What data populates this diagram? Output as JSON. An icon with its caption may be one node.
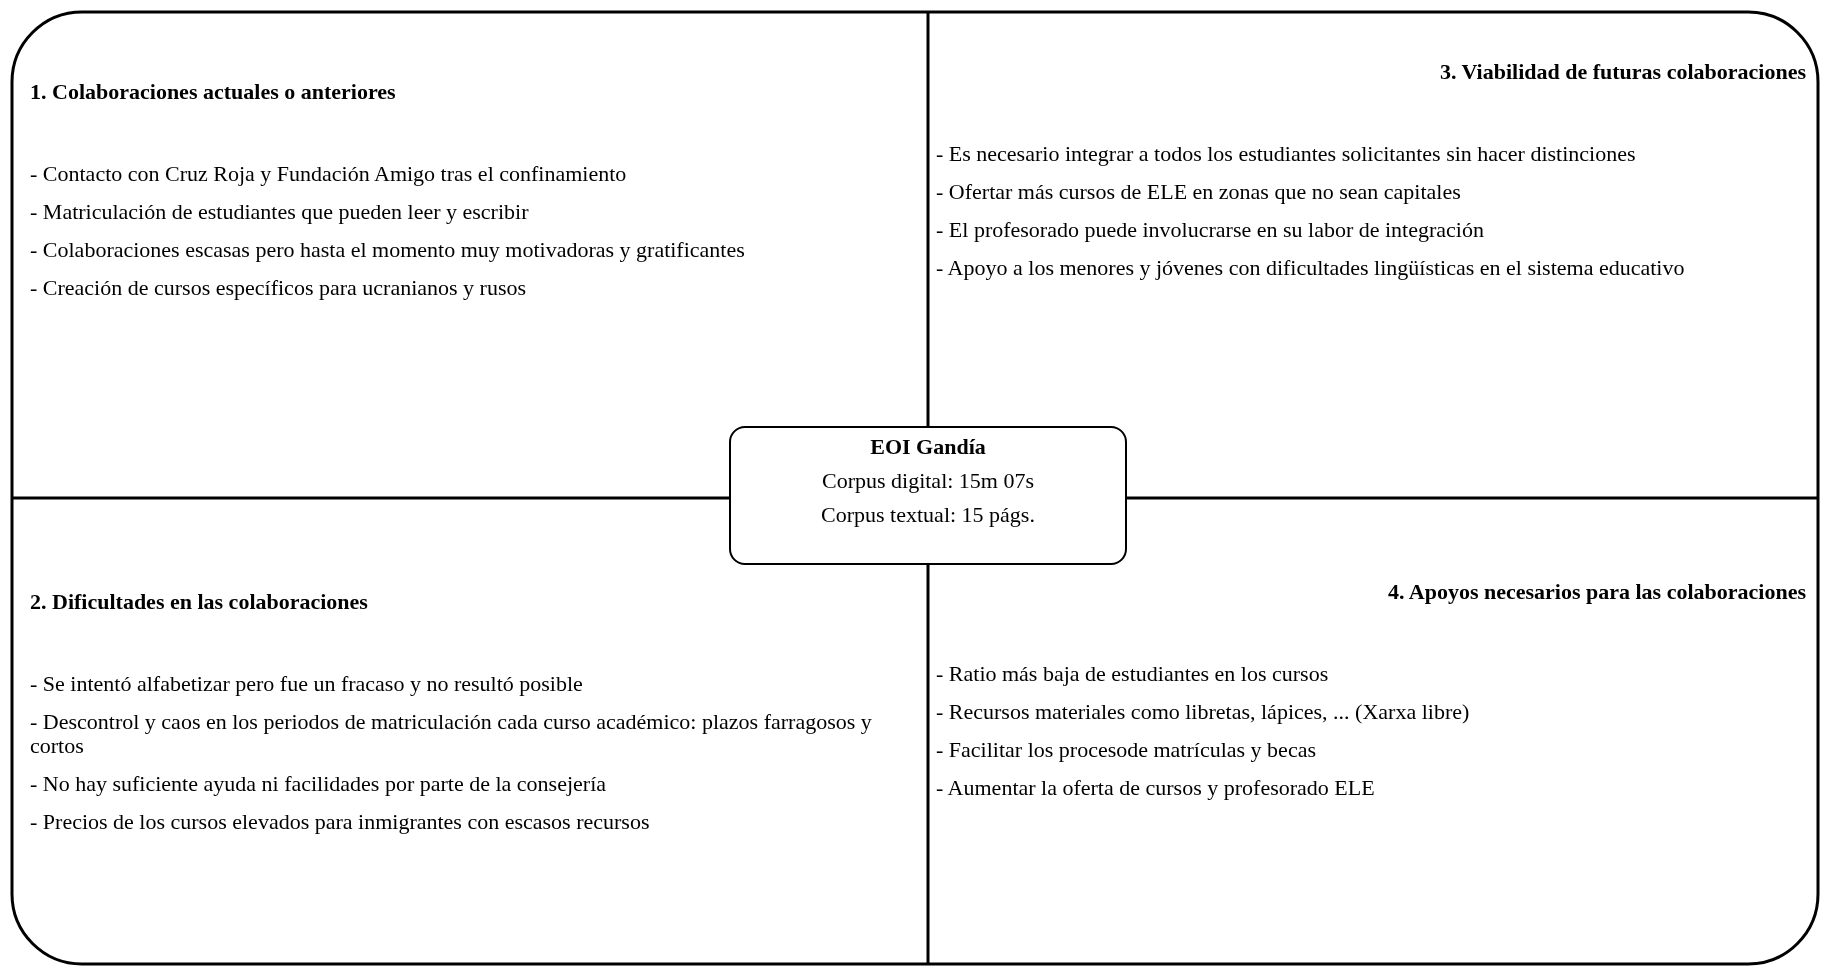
{
  "diagram": {
    "nodes": [
      {
        "text": [
          "1. Colaboraciones actuales o anteriores",
          "- Contacto con Cruz Roja y Fundación Amigo tras el confinamiento",
          "- Matriculación de estudiantes que pueden leer y escribir",
          "- Colaboraciones escasas pero hasta el momento muy motivadoras y gratificantes",
          "- Creación de cursos específicos para ucranianos y rusos"
        ]
      },
      {
        "text": [
          "3. Viabilidad de futuras colaboraciones",
          "- Es necesario integrar a todos los estudiantes solicitantes sin hacer distinciones",
          "- Ofertar más cursos de ELE en zonas que no sean capitales",
          "- El profesorado puede involucrarse en su labor de integración",
          "- Apoyo a los menores y jóvenes con dificultades lingüísticas en el sistema educativo"
        ]
      },
      {
        "text": [
          "EOI Gandía",
          "Corpus digital: 15m 07s",
          "Corpus textual: 15 págs."
        ]
      },
      {
        "text": [
          "2. Dificultades en las colaboraciones",
          "- Se intentó alfabetizar pero fue un fracaso y no resultó posible",
          "- Descontrol y caos en los periodos de matriculación cada curso académico: plazos farragosos y cortos",
          "- No hay suficiente ayuda ni facilidades por parte de la consejería",
          "- Precios de los cursos elevados para inmigrantes con escasos recursos"
        ]
      },
      {
        "text": [
          "4. Apoyos necesarios para las colaboraciones",
          "- Ratio más baja de estudiantes en los cursos",
          "- Recursos materiales como libretas, lápices, ... (Xarxa libre)",
          "- Facilitar los procesode matrículas y becas",
          "- Aumentar la oferta de cursos y profesorado ELE"
        ]
      }
    ]
  }
}
